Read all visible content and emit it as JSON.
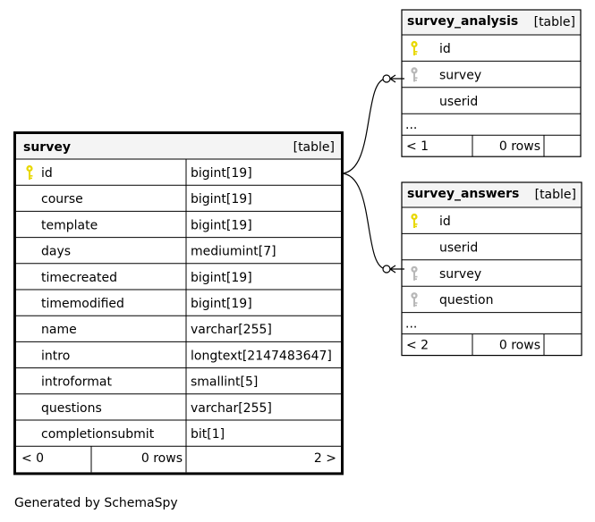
{
  "tables": {
    "survey": {
      "name": "survey",
      "kind": "[table]",
      "columns": [
        {
          "name": "id",
          "type": "bigint[19]",
          "key": "primary"
        },
        {
          "name": "course",
          "type": "bigint[19]",
          "key": ""
        },
        {
          "name": "template",
          "type": "bigint[19]",
          "key": ""
        },
        {
          "name": "days",
          "type": "mediumint[7]",
          "key": ""
        },
        {
          "name": "timecreated",
          "type": "bigint[19]",
          "key": ""
        },
        {
          "name": "timemodified",
          "type": "bigint[19]",
          "key": ""
        },
        {
          "name": "name",
          "type": "varchar[255]",
          "key": ""
        },
        {
          "name": "intro",
          "type": "longtext[2147483647]",
          "key": ""
        },
        {
          "name": "introformat",
          "type": "smallint[5]",
          "key": ""
        },
        {
          "name": "questions",
          "type": "varchar[255]",
          "key": ""
        },
        {
          "name": "completionsubmit",
          "type": "bit[1]",
          "key": ""
        }
      ],
      "parents": "< 0",
      "rows": "0 rows",
      "children": "2 >"
    },
    "survey_analysis": {
      "name": "survey_analysis",
      "kind": "[table]",
      "columns": [
        {
          "name": "id",
          "key": "primary"
        },
        {
          "name": "survey",
          "key": "foreign"
        },
        {
          "name": "userid",
          "key": ""
        }
      ],
      "ellipsis": "...",
      "parents": "< 1",
      "rows": "0 rows",
      "children": ""
    },
    "survey_answers": {
      "name": "survey_answers",
      "kind": "[table]",
      "columns": [
        {
          "name": "id",
          "key": "primary"
        },
        {
          "name": "userid",
          "key": ""
        },
        {
          "name": "survey",
          "key": "foreign"
        },
        {
          "name": "question",
          "key": "foreign"
        }
      ],
      "ellipsis": "...",
      "parents": "< 2",
      "rows": "0 rows",
      "children": ""
    }
  },
  "relationships": [
    {
      "from": "survey_analysis.survey",
      "to": "survey.id"
    },
    {
      "from": "survey_answers.survey",
      "to": "survey.id"
    }
  ],
  "footer": "Generated by SchemaSpy",
  "colors": {
    "primary_key": "#e8d800",
    "foreign_key": "#b8b8b8",
    "header_bg": "#f4f4f4"
  }
}
